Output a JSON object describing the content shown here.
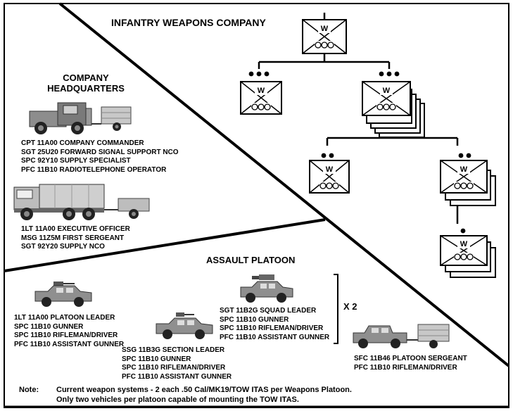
{
  "title": "INFANTRY WEAPONS COMPANY",
  "hq": {
    "header": [
      "COMPANY",
      "HEADQUARTERS"
    ],
    "roster_1": [
      "CPT 11A00 COMPANY COMMANDER",
      "SGT 25U20 FORWARD SIGNAL SUPPORT NCO",
      "SPC 92Y10 SUPPLY SPECIALIST",
      "PFC 11B10 RADIOTELEPHONE OPERATOR"
    ],
    "roster_2": [
      "1LT 11A00 EXECUTIVE OFFICER",
      "MSG 11Z5M FIRST SERGEANT",
      "SGT 92Y20 SUPPLY NCO"
    ]
  },
  "org_symbol_letter": "W",
  "assault": {
    "header": "ASSAULT PLATOON",
    "multiplier": "X 2",
    "leader": [
      "1LT 11A00 PLATOON LEADER",
      "SPC 11B10 GUNNER",
      "SPC 11B10 RIFLEMAN/DRIVER",
      "PFC 11B10 ASSISTANT GUNNER"
    ],
    "section": [
      "SSG 11B3G SECTION LEADER",
      "SPC 11B10 GUNNER",
      "SPC 11B10 RIFLEMAN/DRIVER",
      "PFC 11B10 ASSISTANT GUNNER"
    ],
    "squad": [
      "SGT 11B2G SQUAD LEADER",
      "SPC 11B10 GUNNER",
      "SPC 11B10 RIFLEMAN/DRIVER",
      "PFC 11B10 ASSISTANT GUNNER"
    ],
    "sergeant": [
      "SFC 11B46 PLATOON SERGEANT",
      "PFC 11B10 RIFLEMAN/DRIVER"
    ]
  },
  "note": {
    "label": "Note:",
    "line1": "Current weapon systems - 2 each .50 Cal/MK19/TOW ITAS per Weapons Platoon.",
    "line2": "Only two vehicles per platoon capable of mounting the TOW ITAS."
  }
}
